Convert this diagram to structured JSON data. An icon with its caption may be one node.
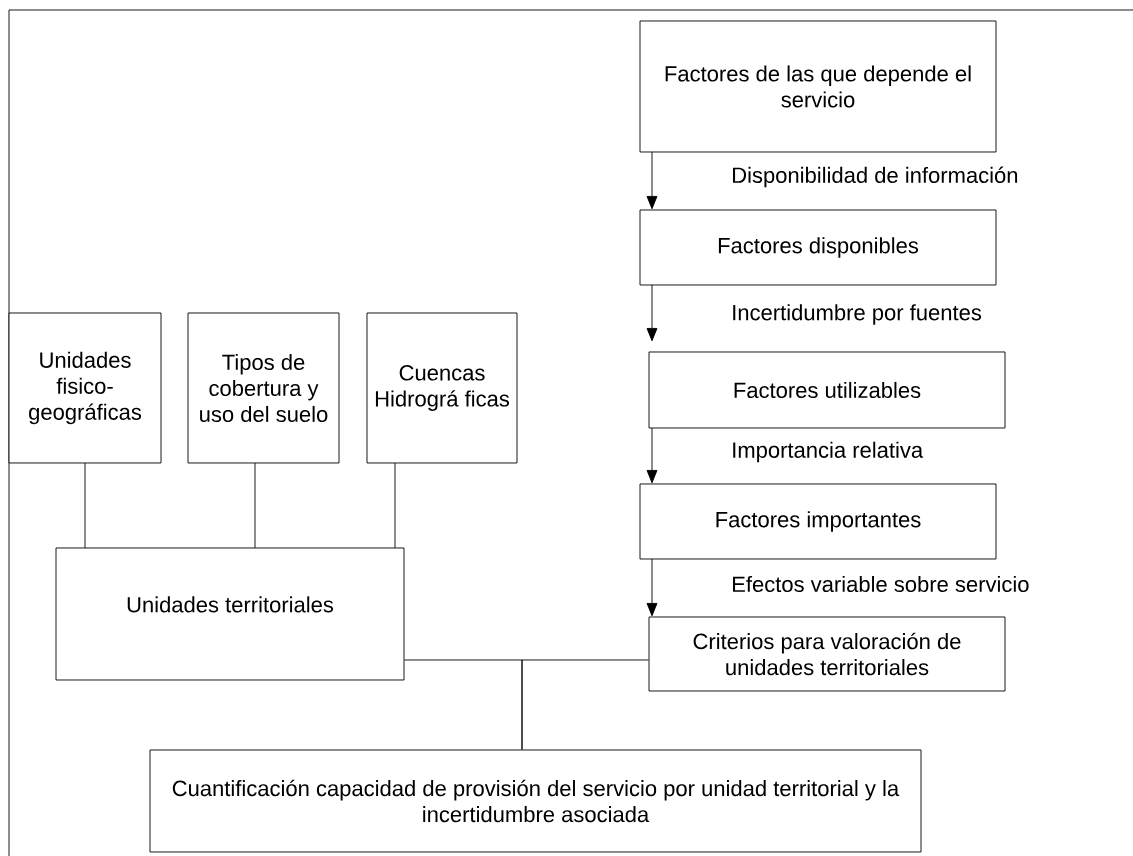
{
  "diagram": {
    "nodes": [
      {
        "text": [
          "Unidades fisico- geográficas"
        ]
      },
      {
        "text": [
          "Tipos de cobertura y uso del suelo"
        ]
      },
      {
        "text": [
          "Cuencas Hidrográ ficas"
        ]
      },
      {
        "text": [
          "Unidades territoriales"
        ]
      },
      {
        "text": [
          "Factores de las que depende el servicio"
        ]
      },
      {
        "text": [
          "Factores disponibles"
        ]
      },
      {
        "text": [
          "Factores utilizables"
        ]
      },
      {
        "text": [
          "Factores importantes"
        ]
      },
      {
        "text": [
          "Criterios para valoración de unidades territoriales"
        ]
      },
      {
        "text": [
          "Cuantificación capacidad de provisión del servicio por unidad territorial y la incertidumbre asociada"
        ]
      }
    ],
    "edges": [
      {
        "from": 0,
        "to": 3,
        "arrow": "none"
      },
      {
        "from": 1,
        "to": 3,
        "arrow": "none"
      },
      {
        "from": 2,
        "to": 3,
        "arrow": "none"
      },
      {
        "from": 4,
        "to": 5,
        "arrow": "to",
        "label": "Disponibilidad de información"
      },
      {
        "from": 5,
        "to": 6,
        "arrow": "to",
        "label": "Incertidumbre por fuentes"
      },
      {
        "from": 6,
        "to": 7,
        "arrow": "to",
        "label": "Importancia relativa"
      },
      {
        "from": 7,
        "to": 8,
        "arrow": "to",
        "label": "Efectos variable sobre servicio"
      },
      {
        "from": 3,
        "to": 9,
        "arrow": "none"
      },
      {
        "from": 8,
        "to": 9,
        "arrow": "none"
      }
    ]
  }
}
